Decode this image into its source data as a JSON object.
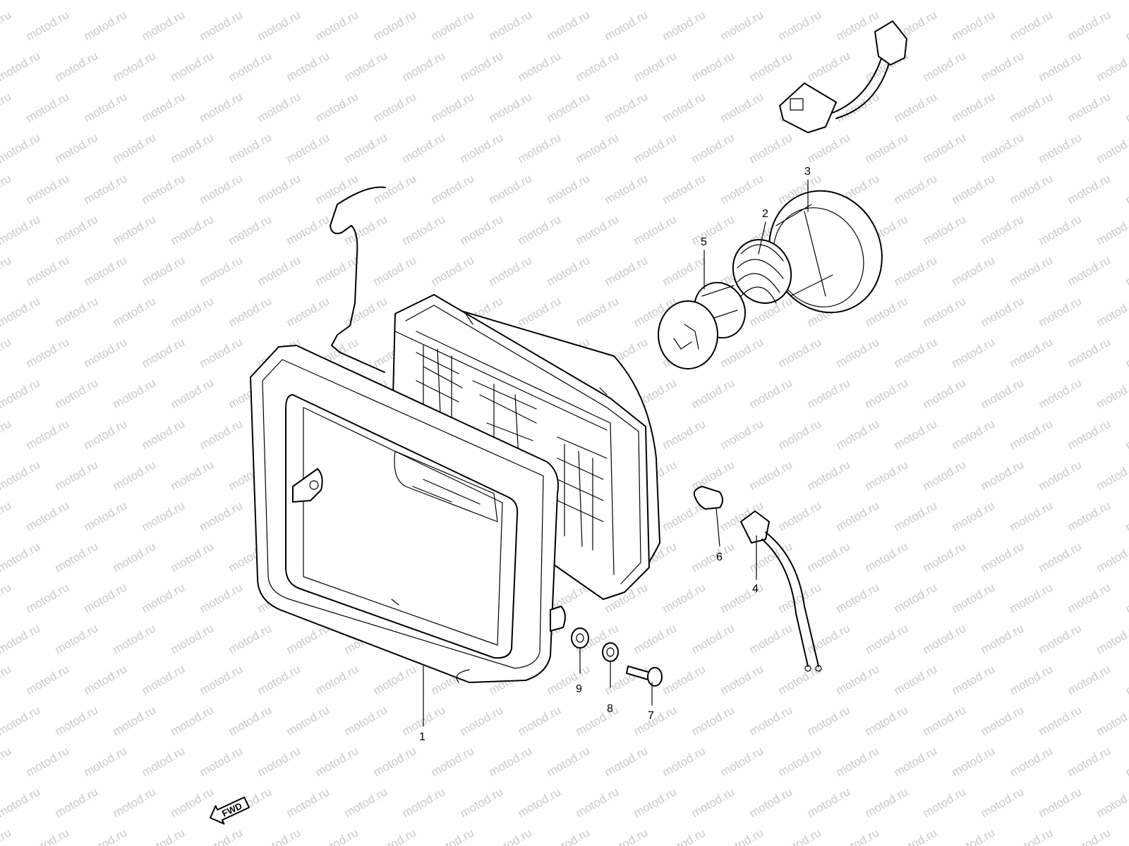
{
  "watermark": {
    "text": "motod.ru",
    "color": "#c9c9c9"
  },
  "direction_marker": {
    "label": "FWD",
    "icon": "forward-arrow-icon"
  },
  "callouts": [
    {
      "id": "part-1",
      "number": "1"
    },
    {
      "id": "part-2",
      "number": "2"
    },
    {
      "id": "part-3",
      "number": "3"
    },
    {
      "id": "part-4",
      "number": "4"
    },
    {
      "id": "part-5",
      "number": "5"
    },
    {
      "id": "part-6",
      "number": "6"
    },
    {
      "id": "part-7",
      "number": "7"
    },
    {
      "id": "part-8",
      "number": "8"
    },
    {
      "id": "part-9",
      "number": "9"
    }
  ]
}
